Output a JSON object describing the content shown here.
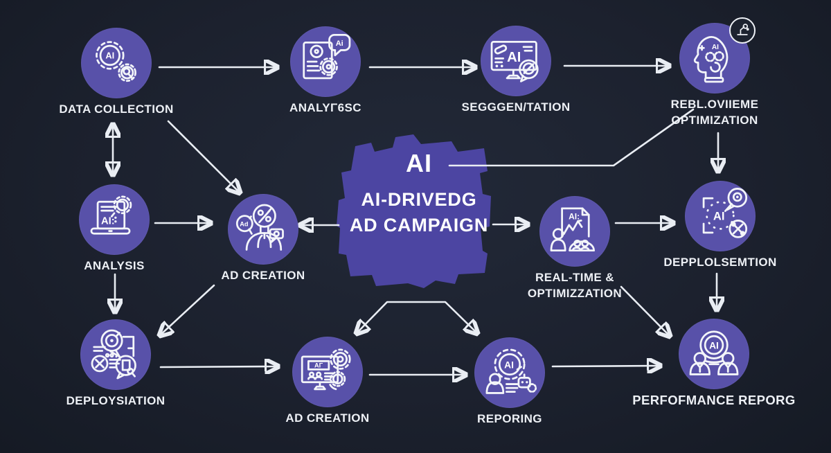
{
  "diagram_title": {
    "badge": "AI",
    "line1": "AI-DRIVEDG",
    "line2": "AD CAMPAIGN"
  },
  "colors": {
    "background": "#1c212e",
    "node_fill": "#5851a9",
    "center_blob_fill": "#4c45a2",
    "connector": "#e9edf3",
    "label_text": "#edf0f5"
  },
  "nodes": [
    {
      "id": "data-collection",
      "label": "DATA COLLECTION",
      "icon": "ai-gears-magnifier-icon",
      "icon_text": "AI"
    },
    {
      "id": "analytics",
      "label": "ANALYΓ6SC",
      "icon": "analytics-board-gear-icon",
      "icon_text": "Ai"
    },
    {
      "id": "segmentation",
      "label": "SEGGGEN/TATION",
      "icon": "monitor-ai-bubble-icon",
      "icon_text": "AI"
    },
    {
      "id": "realtime-optimization-top",
      "label": "REBL.OVIIEME",
      "label2": "OPTIMIZATION",
      "icon": "ai-head-gears-icon",
      "icon_text": "AI"
    },
    {
      "id": "analysis",
      "label": "ANALYSIS",
      "icon": "laptop-ai-gear-icon",
      "icon_text": "AI:"
    },
    {
      "id": "ad-creation-mid",
      "label": "AD CREATION",
      "icon": "person-idea-bubbles-icon",
      "icon_text": "Ad"
    },
    {
      "id": "realtime-optimization-mid",
      "label": "REAL-TIME &",
      "label2": "OPTIMIZZATION",
      "icon": "ai-document-people-icon",
      "icon_text": "AI:"
    },
    {
      "id": "deployment-mid",
      "label": "DEPPLOLSEMTION",
      "icon": "ai-target-tools-icon",
      "icon_text": "AI"
    },
    {
      "id": "deployment-bottom",
      "label": "DEPLOYSIATION",
      "icon": "checklist-bubbles-icon",
      "icon_text": ""
    },
    {
      "id": "ad-creation-bottom",
      "label": "AD CREATION",
      "icon": "monitor-gears-icon",
      "icon_text": "AΓ"
    },
    {
      "id": "reporting",
      "label": "REPORING",
      "icon": "gear-ai-team-icon",
      "icon_text": "AI"
    },
    {
      "id": "performance-report",
      "label": "PERFOFMANCE REPORG",
      "icon": "ai-circle-people-icon",
      "icon_text": "AI"
    }
  ],
  "connections": [
    {
      "from": "data-collection",
      "to": "analytics"
    },
    {
      "from": "analytics",
      "to": "segmentation"
    },
    {
      "from": "segmentation",
      "to": "realtime-optimization-top"
    },
    {
      "from": "data-collection",
      "to": "analysis",
      "bidirectional": true
    },
    {
      "from": "data-collection",
      "to": "ad-creation-mid"
    },
    {
      "from": "analysis",
      "to": "ad-creation-mid"
    },
    {
      "from": "ai-center",
      "to": "ad-creation-mid"
    },
    {
      "from": "ai-center",
      "to": "realtime-optimization-mid"
    },
    {
      "from": "ai-center",
      "to": "realtime-optimization-top"
    },
    {
      "from": "realtime-optimization-mid",
      "to": "deployment-mid"
    },
    {
      "from": "realtime-optimization-top",
      "to": "deployment-mid"
    },
    {
      "from": "analysis",
      "to": "deployment-bottom"
    },
    {
      "from": "ad-creation-mid",
      "to": "deployment-bottom"
    },
    {
      "from": "deployment-bottom",
      "to": "ad-creation-bottom"
    },
    {
      "from": "ai-center",
      "to": "ad-creation-bottom"
    },
    {
      "from": "ai-center",
      "to": "reporting"
    },
    {
      "from": "ad-creation-bottom",
      "to": "reporting"
    },
    {
      "from": "reporting",
      "to": "performance-report"
    },
    {
      "from": "realtime-optimization-mid",
      "to": "performance-report"
    },
    {
      "from": "deployment-mid",
      "to": "performance-report"
    }
  ]
}
